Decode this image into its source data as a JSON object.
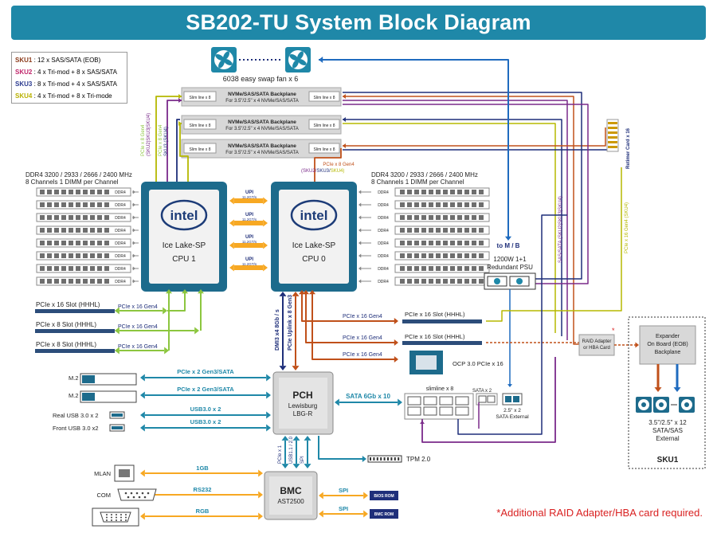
{
  "title": "SB202-TU System Block Diagram",
  "legend": [
    {
      "sku": "SKU1",
      "desc": " : 12 x SAS/SATA (EOB)",
      "color": "#8b3a1a"
    },
    {
      "sku": "SKU2",
      "desc": " : 4 x Tri-mod + 8 x SAS/SATA",
      "color": "#c0266b"
    },
    {
      "sku": "SKU3",
      "desc": " : 8 x Tri-mod + 4 x SAS/SATA",
      "color": "#2b3a8f"
    },
    {
      "sku": "SKU4",
      "desc": " : 4 x Tri-mod + 8 x Tri-mode",
      "color": "#b8b000"
    }
  ],
  "colors": {
    "teal": "#1f88a8",
    "green": "#8cc63f",
    "orange": "#f7a823",
    "brown": "#c0501a",
    "navy": "#1f2f7a",
    "purple": "#7a2a8a",
    "blue": "#1f6bbf",
    "olive": "#b5b800",
    "red": "#d92121"
  },
  "fans": {
    "label": "6038 easy swap fan x 6"
  },
  "backplanes": [
    {
      "title": "NVMe/SAS/SATA Backplane",
      "sub": "For 3.5\"/2.5\" x 4 NVMe/SAS/SATA",
      "left": "Slim line x 8",
      "right": "Slim line x 8"
    },
    {
      "title": "NVMe/SAS/SATA Backplane",
      "sub": "For 3.5\"/2.5\" x 4 NVMe/SAS/SATA",
      "left": "Slim line x 8",
      "right": "Slim line x 8"
    },
    {
      "title": "NVMe/SAS/SATA Backplane",
      "sub": "For 3.5\"/2.5\" x 4 NVMe/SAS/SATA",
      "left": "Slim line x 8",
      "right": "Slim line x 8"
    }
  ],
  "memory_left": {
    "line1": "DDR4 3200 / 2933 / 2666 / 2400 MHz",
    "line2": "8 Channels 1 DIMM per Channel"
  },
  "memory_right": {
    "line1": "DDR4 3200 / 2933 / 2666 / 2400 MHz",
    "line2": "8 Channels 1 DIMM per Channel"
  },
  "dimm_label": "DDR4",
  "cpu1": {
    "brand": "intel",
    "line1": "Ice Lake-SP",
    "line2": "CPU 1"
  },
  "cpu0": {
    "brand": "intel",
    "line1": "Ice Lake-SP",
    "line2": "CPU 0"
  },
  "upi": {
    "label": "UPI",
    "speed": "11.2GT/s"
  },
  "cpu1_vlabels": [
    "PCIe x 8 Gen4",
    "(SKU2|SKU3|SKU4)",
    "PCIe x 8 Gen4",
    "SKU3 (SKU4)"
  ],
  "cpu0_pcie_top": {
    "line1": "PCIe x 8 Gen4",
    "sku2": "(SKU2/",
    "sku3": "SKU3/",
    "sku4": "SKU4)"
  },
  "retimer": "Retimer Card x 16",
  "sku_vlabel": "SAS/SATA (SKU2|SKU3|SKU4)",
  "pcie16_sku4": "PCIe x 16 Gen4 (SKU4)",
  "to_mb": "to M / B",
  "psu": {
    "line1": "1200W 1+1",
    "line2": "Redundant PSU"
  },
  "left_slots": [
    {
      "name": "PCIe x 16 Slot (HHHL)",
      "link": "PCIe x 16 Gen4"
    },
    {
      "name": "PCIe x 8 Slot (HHHL)",
      "link": "PCIe x 16 Gen4"
    },
    {
      "name": "PCIe x 8 Slot (HHHL)",
      "link": "PCIe x 16 Gen4"
    }
  ],
  "cpu0_slots": [
    {
      "name": "PCIe x 16 Slot (HHHL)",
      "link": "PCIe x 16 Gen4"
    },
    {
      "name": "PCIe x 16 Slot (HHHL)",
      "link": "PCIe x 16 Gen4"
    }
  ],
  "ocp": {
    "label": "OCP 3.0 PCIe x 16",
    "link": "PCIe x 16 Gen4"
  },
  "dmi": "DMI3 x4 8Gb / s",
  "uplink": "PCIe Uplink x 8 Gen3",
  "raid": {
    "line1": "RAID Adapter",
    "line2": "or HBA Card",
    "star": "*"
  },
  "expander": {
    "line1": "Expander",
    "line2": "On Board (EOB)",
    "line3": "Backplane"
  },
  "sku1_box": {
    "drives1": "3.5\"/2.5\" x 12",
    "drives2": "SATA/SAS",
    "drives3": "External",
    "label": "SKU1"
  },
  "pch": {
    "line1": "PCH",
    "line2": "Lewisburg",
    "line3": "LBG-R"
  },
  "pch_left": [
    {
      "device": "M.2",
      "link": "PCIe x 2 Gen3/SATA"
    },
    {
      "device": "M.2",
      "link": "PCIe x 2 Gen3/SATA"
    },
    {
      "device": "Real USB 3.0 x 2",
      "link": "USB3.0 x 2"
    },
    {
      "device": "Front USB 3.0 x2",
      "link": "USB3.0 x 2"
    }
  ],
  "sata": {
    "link": "SATA 6Gb x 10",
    "slimline": "slimline x 8",
    "satax2": "SATA x 2",
    "external1": "2.5\" x 2",
    "external2": "SATA External"
  },
  "pch_bmc_labels": [
    "PCIe x 1",
    "USB1.1 / 2.0",
    "SPI"
  ],
  "tpm": "TPM 2.0",
  "bmc": {
    "line1": "BMC",
    "line2": "AST2500"
  },
  "bmc_left": [
    {
      "device": "MLAN",
      "link": "1GB"
    },
    {
      "device": "COM",
      "link": "RS232"
    },
    {
      "device": "VGA",
      "link": "RGB"
    }
  ],
  "bmc_right": [
    {
      "link": "SPI",
      "rom": "BIOS ROM"
    },
    {
      "link": "SPI",
      "rom": "BMC ROM"
    }
  ],
  "footnote": "*Additional RAID Adapter/HBA card required."
}
